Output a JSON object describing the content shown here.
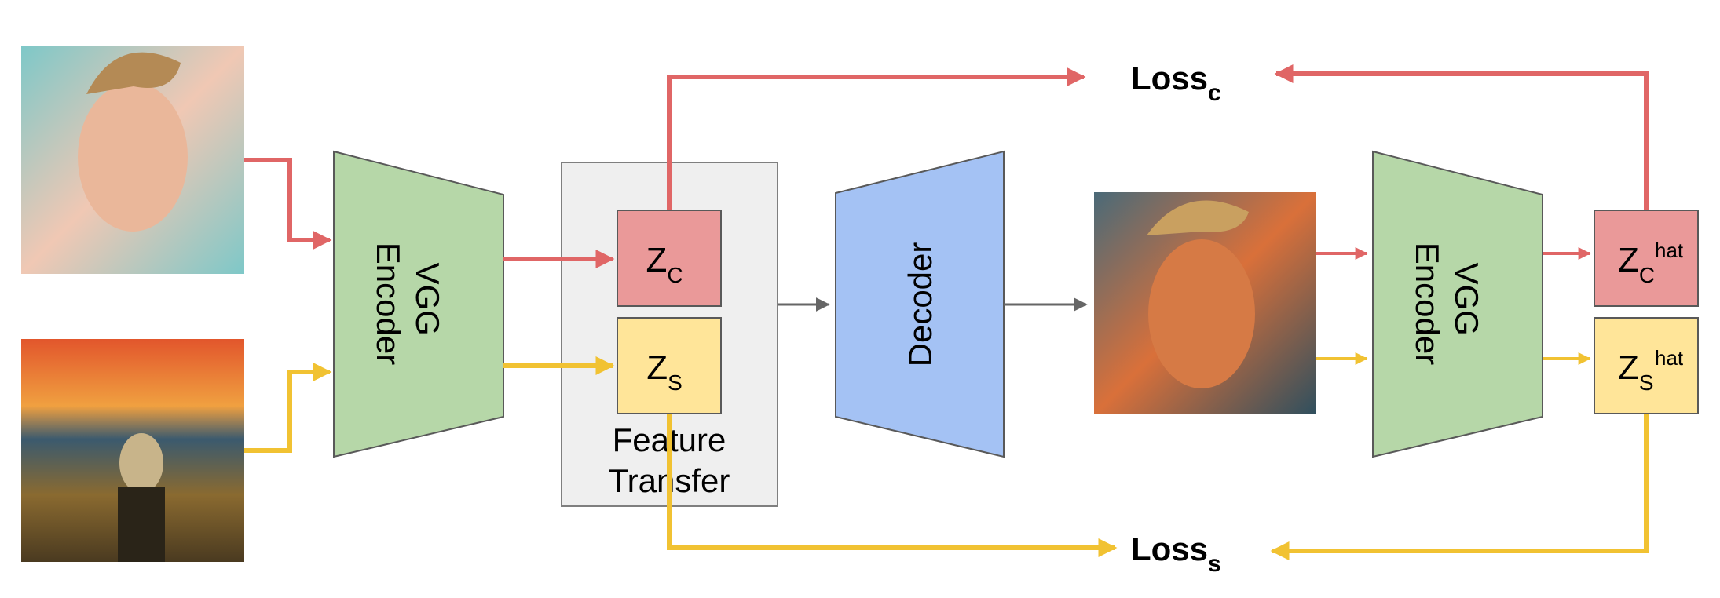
{
  "encoder1": {
    "line1": "VGG",
    "line2": "Encoder"
  },
  "encoder2": {
    "line1": "VGG",
    "line2": "Encoder"
  },
  "decoder": {
    "label": "Decoder"
  },
  "feature_transfer": {
    "line1": "Feature",
    "line2": "Transfer"
  },
  "zc": {
    "main": "Z",
    "sub": "C"
  },
  "zs": {
    "main": "Z",
    "sub": "S"
  },
  "zc_hat": {
    "main": "Z",
    "sub": "C",
    "sup": "hat"
  },
  "zs_hat": {
    "main": "Z",
    "sub": "S",
    "sup": "hat"
  },
  "loss_c": {
    "main": "Loss",
    "sub": "c"
  },
  "loss_s": {
    "main": "Loss",
    "sub": "s"
  },
  "colors": {
    "content_arrow": "#e06666",
    "style_arrow": "#f1c232",
    "encoder_fill": "#b6d7a8",
    "decoder_fill": "#a4c2f4",
    "zc_fill": "#ea9999",
    "zs_fill": "#ffe599",
    "feature_box_fill": "#efefef",
    "gray_arrow": "#666666"
  }
}
